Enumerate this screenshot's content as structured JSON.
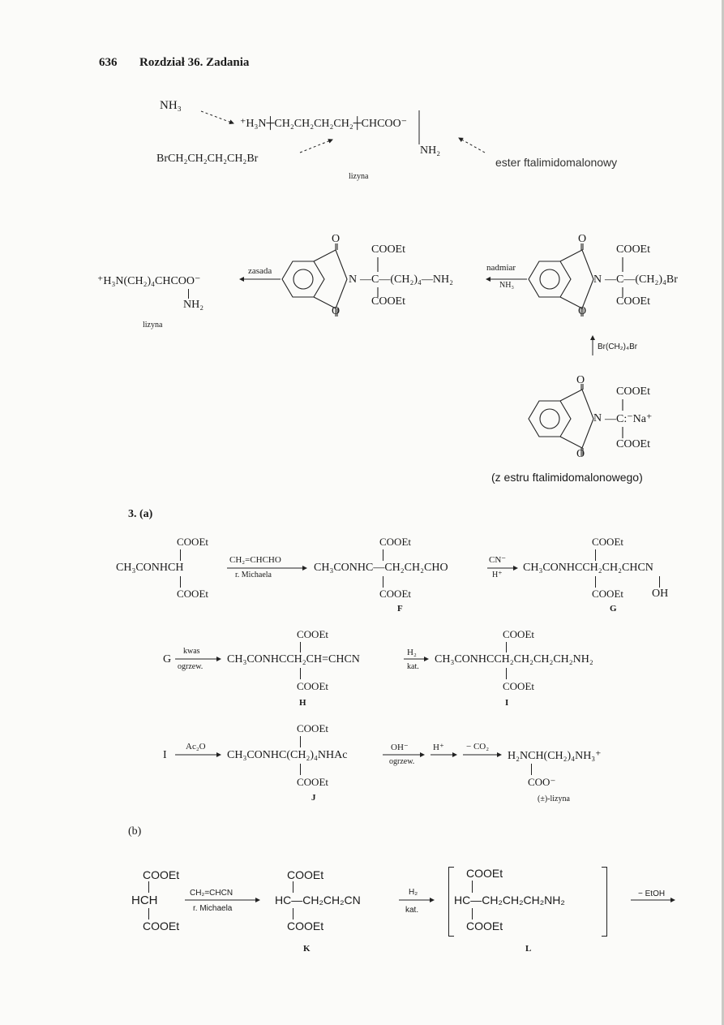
{
  "header": {
    "page_number": "636",
    "chapter": "Rozdział 36. Zadania"
  },
  "top_scheme": {
    "nh3": "NH₃",
    "lysine_formula": "⁺H₃N┼CH₂CH₂CH₂CH₂┼CHCOO⁻",
    "nh2": "NH₂",
    "dibromide": "BrCH₂CH₂CH₂CH₂Br",
    "ester_label": "ester ftalimidomalonowy",
    "lysine_label": "lizyna"
  },
  "synthesis": {
    "lysine_left": "⁺H₃N(CH₂)₄CHCOO⁻",
    "lysine_nh2": "NH₂",
    "lysine_label": "lizyna",
    "arrow1_label": "zasada",
    "cooet": "COOEt",
    "o": "O",
    "n": "N",
    "mid_chain": "—C—(CH₂)₄—NH₂",
    "arrow2_label_top": "nadmiar",
    "arrow2_label_bottom": "NH₃",
    "right_chain": "—C—(CH₂)₄Br",
    "arrow3_label": "Br(CH₂)₄Br",
    "anion_chain": "—C:⁻Na⁺",
    "source_label": "(z estru ftalimidomalonowego)"
  },
  "part_a": {
    "label": "3. (a)",
    "row1": {
      "start": "CH₃CONHCH",
      "arrow1_top": "CH₂=CHCHO",
      "arrow1_bottom": "r. Michaela",
      "F": "CH₃CONHC—CH₂CH₂CHO",
      "arrow2_top": "CN⁻",
      "arrow2_bottom": "H⁺",
      "G": "CH₃CONHCCH₂CH₂CHCN",
      "oh": "OH",
      "label_F": "F",
      "label_G": "G"
    },
    "row2": {
      "start": "G",
      "arrow1_top": "kwas",
      "arrow1_bottom": "ogrzew.",
      "H": "CH₃CONHCCH₂CH=CHCN",
      "arrow2_top": "H₂",
      "arrow2_bottom": "kat.",
      "I": "CH₃CONHCCH₂CH₂CH₂CH₂NH₂",
      "label_H": "H",
      "label_I": "I"
    },
    "row3": {
      "start": "I",
      "arrow1_top": "Ac₂O",
      "J": "CH₃CONHC(CH₂)₄NHAc",
      "arrow2_top": "OH⁻",
      "arrow2_bottom": "ogrzew.",
      "arrow3_top": "H⁺",
      "arrow4_top": "− CO₂",
      "product": "H₂NCH(CH₂)₄NH₃⁺",
      "coo": "COO⁻",
      "label_J": "J",
      "product_label": "(±)-lizyna"
    },
    "cooet": "COOEt"
  },
  "part_b": {
    "label": "(b)",
    "cooet": "COOEt",
    "hch": "HCH",
    "arrow1_top": "CH₂=CHCN",
    "arrow1_bottom": "r. Michaela",
    "K": "HC—CH₂CH₂CN",
    "arrow2_top": "H₂",
    "arrow2_bottom": "kat.",
    "L": "HC—CH₂CH₂CH₂NH₂",
    "arrow3_top": "− EtOH",
    "label_K": "K",
    "label_L": "L"
  }
}
